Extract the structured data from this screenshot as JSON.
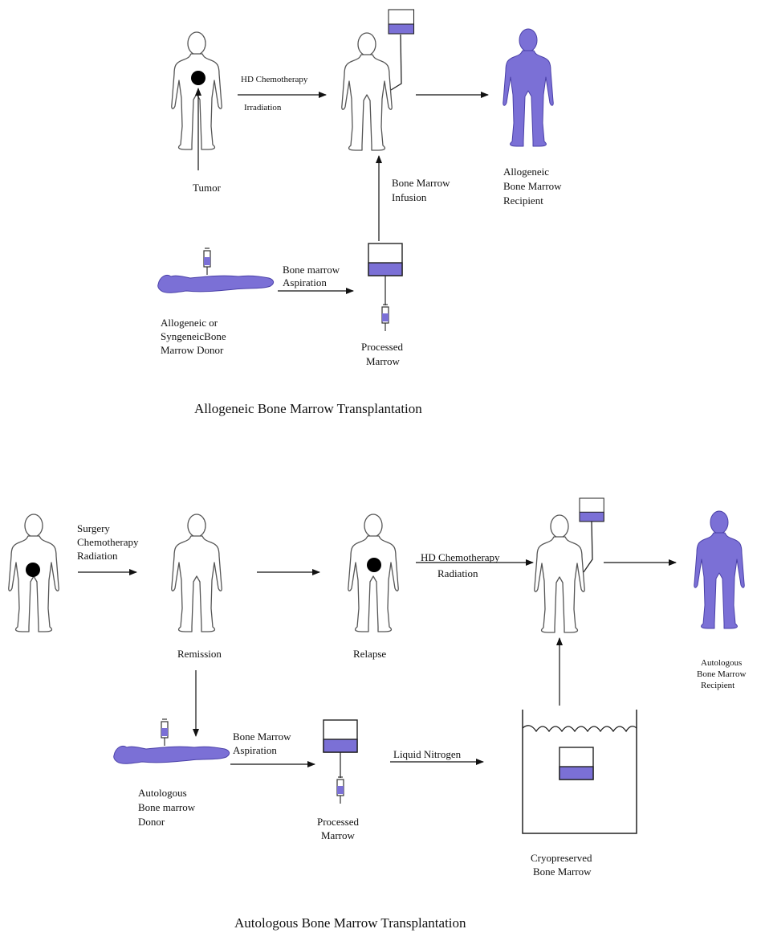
{
  "colors": {
    "fill": "#7b70d6",
    "stroke": "#111111",
    "outline": "#555555"
  },
  "icons": [
    "person-outline-icon",
    "person-filled-icon",
    "lying-donor-icon",
    "syringe-icon",
    "blood-bag-icon",
    "tumor-icon",
    "cryo-tank-icon"
  ],
  "allogeneic": {
    "title": "Allogeneic Bone Marrow Transplantation",
    "step1_line1": "HD Chemotherapy",
    "step1_line2": "Irradiation",
    "tumor": "Tumor",
    "infusion_line1": "Bone Marrow",
    "infusion_line2": "Infusion",
    "recipient_line1": "Allogeneic",
    "recipient_line2": "Bone Marrow",
    "recipient_line3": "Recipient",
    "aspiration_line1": "Bone marrow",
    "aspiration_line2": "Aspiration",
    "donor_line1": "Allogeneic or",
    "donor_line2": "SyngeneicBone",
    "donor_line3": "Marrow Donor",
    "processed_line1": "Processed",
    "processed_line2": "Marrow"
  },
  "autologous": {
    "title": "Autologous Bone Marrow Transplantation",
    "step1_line1": "Surgery",
    "step1_line2": "Chemotherapy",
    "step1_line3": "Radiation",
    "remission": "Remission",
    "relapse": "Relapse",
    "step2_line1": "HD Chemotherapy",
    "step2_line2": "Radiation",
    "recipient_line1": "Autologous",
    "recipient_line2": "Bone Marrow",
    "recipient_line3": "Recipient",
    "aspiration_line1": "Bone Marrow",
    "aspiration_line2": "Aspiration",
    "donor_line1": "Autologous",
    "donor_line2": "Bone marrow",
    "donor_line3": "Donor",
    "processed_line1": "Processed",
    "processed_line2": "Marrow",
    "nitrogen": "Liquid Nitrogen",
    "cryo_line1": "Cryopreserved",
    "cryo_line2": "Bone Marrow"
  }
}
